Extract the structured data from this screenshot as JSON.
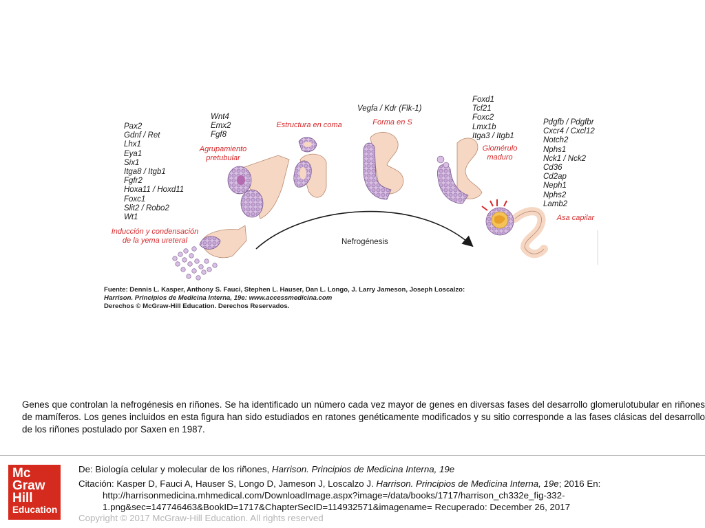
{
  "figure": {
    "gene_lists": {
      "g1": [
        "Pax2",
        "Gdnf / Ret",
        "Lhx1",
        "Eya1",
        "Six1",
        "Itga8 / Itgb1",
        "Fgfr2",
        "Hoxa11 / Hoxd11",
        "Foxc1",
        "Slit2 / Robo2",
        "Wt1"
      ],
      "g2": [
        "Wnt4",
        "Emx2",
        "Fgf8"
      ],
      "g3": [
        "Vegfa / Kdr (Flk-1)"
      ],
      "g4": [
        "Foxd1",
        "Tcf21",
        "Foxc2",
        "Lmx1b",
        "Itga3 / Itgb1"
      ],
      "g5": [
        "Pdgfb / Pdgfbr",
        "Cxcr4 / Cxcl12",
        "Notch2",
        "Nphs1",
        "Nck1 / Nck2",
        "Cd36",
        "Cd2ap",
        "Neph1",
        "Nphs2",
        "Lamb2"
      ]
    },
    "stages": {
      "induccion": [
        "Inducción y condensación",
        "de la yema ureteral"
      ],
      "agrupamiento": [
        "Agrupamiento",
        "pretubular"
      ],
      "coma": "Estructura en coma",
      "forma_s": "Forma en S",
      "glomerulo": [
        "Glomérulo",
        "maduro"
      ],
      "asa": "Asa capilar"
    },
    "arrow_label": "Nefrogénesis",
    "source_lines": [
      "Fuente: Dennis L. Kasper, Anthony S. Fauci, Stephen L. Hauser, Dan L. Longo, J. Larry Jameson, Joseph Loscalzo:",
      "Harrison. Principios de Medicina Interna, 19e: www.accessmedicina.com",
      "Derechos © McGraw-Hill Education. Derechos Reservados."
    ]
  },
  "caption": "Genes que controlan la nefrogénesis en riñones. Se ha identificado un número cada vez mayor de genes en diversas fases del desarrollo glomerulotubular en riñones de mamíferos. Los genes incluidos en esta figura han sido estudiados en ratones genéticamente modificados y su sitio corresponde a las fases clásicas del desarrollo de los riñones postulado por Saxen en 1987.",
  "footer": {
    "logo": [
      "Mc",
      "Graw",
      "Hill",
      "Education"
    ],
    "de_prefix": "De: ",
    "de_plain": "Biología celular y molecular de los riñones, ",
    "de_italic": "Harrison. Principios de Medicina Interna, 19e",
    "cit_prefix": "Citación: Kasper D, Fauci A, Hauser S, Longo D, Jameson J, Loscalzo J. ",
    "cit_italic": "Harrison. Principios de Medicina Interna, 19e",
    "cit_suffix": "; 2016 En:",
    "url_line1": "http://harrisonmedicina.mhmedical.com/DownloadImage.aspx?image=/data/books/1717/harrison_ch332e_fig-332-",
    "url_line2": "1.png&sec=147746463&BookID=1717&ChapterSecID=114932571&imagename= Recuperado: December 26, 2017",
    "copyright": "Copyright © 2017 McGraw-Hill Education. All rights reserved"
  },
  "colors": {
    "accent_red": "#d6282a",
    "cell_purple": "#c9a8d8",
    "tubule_peach": "#f6d7c3",
    "logo_red": "#d52b1e"
  }
}
